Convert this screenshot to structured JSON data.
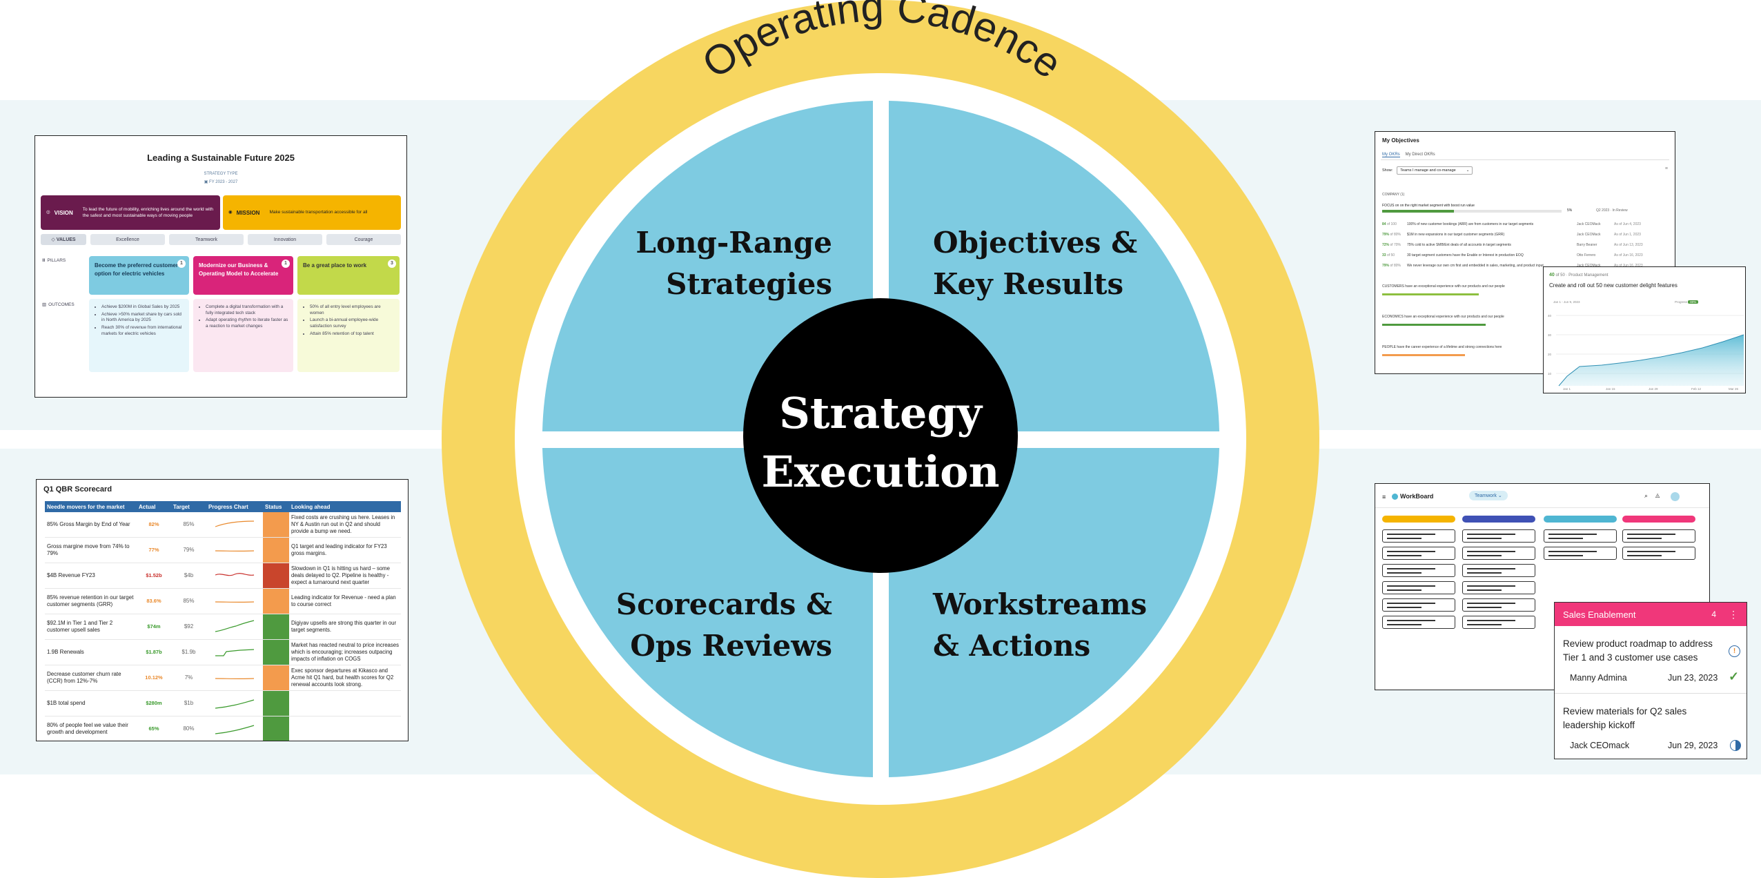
{
  "cadence_title": "Operating Cadence",
  "center_title": [
    "Strategy",
    "Execution"
  ],
  "quadrants": {
    "top_left": [
      "Long-Range",
      "Strategies"
    ],
    "top_right": [
      "Objectives &",
      "Key Results"
    ],
    "bottom_left": [
      "Scorecards &",
      "Ops Reviews"
    ],
    "bottom_right": [
      "Workstreams",
      "& Actions"
    ]
  },
  "colors": {
    "ring": "#f7d660",
    "quadrant": "#7ecbe1",
    "center": "#000000",
    "band": "#eef6f8",
    "maroon": "#6a1b4d",
    "amber": "#f5b400",
    "pink": "#d9247a",
    "lime": "#c2d94a",
    "scorecard_header": "#2f6aa6",
    "sales_header": "#f0377a"
  },
  "strategy_panel": {
    "title": "Leading a Sustainable Future 2025",
    "strategy_type_label": "STRATEGY TYPE",
    "period": "FY 2023 - 2027",
    "vision_label": "VISION",
    "vision_text": "To lead the future of mobility, enriching lives around the world with the safest and most sustainable ways of moving people",
    "mission_label": "MISSION",
    "mission_text": "Make sustainable transportation accessible for all",
    "values_label": "VALUES",
    "values": [
      "Excellence",
      "Teamwork",
      "Innovation",
      "Courage"
    ],
    "pillars_label": "PILLARS",
    "outcomes_label": "OUTCOMES",
    "pillars": [
      {
        "num": "1",
        "title": "Become the preferred customer option for electric vehicles",
        "outcomes": [
          "Achieve $200M in Global Sales by 2025",
          "Achieve >50% market share by cars sold in North America by 2025",
          "Reach 30% of revenue from international markets for electric vehicles"
        ]
      },
      {
        "num": "1",
        "title": "Modernize our Business & Operating Model to Accelerate",
        "outcomes": [
          "Complete a digital transformation with a fully integrated tech stack",
          "Adapt operating rhythm to iterate faster as a reaction to market changes"
        ]
      },
      {
        "num": "3",
        "title": "Be a great place to work",
        "outcomes": [
          "50% of all entry level employees are women",
          "Launch a bi-annual employee-wide satisfaction survey",
          "Attain 85% retention of top talent"
        ]
      }
    ]
  },
  "okr_panel": {
    "title": "My Objectives",
    "tabs": [
      "My OKRs",
      "My Direct OKRs"
    ],
    "show_label": "Show:",
    "filter_value": "Teams I manage and co-manage",
    "company_label": "COMPANY (1)",
    "focus_row": "FOCUS on on the right market segment with boost run value",
    "focus_pct": "5%",
    "focus_meta": "Q2 2023 · In Review",
    "rows": [
      {
        "pct": "84",
        "unit": "of 100",
        "text": "100% of new customer bookings (ARR) are from customers in our target segments",
        "owner": "Jack CEOMack",
        "date": "As of Jun 4, 2023"
      },
      {
        "pct": "79%",
        "unit": "of 80%",
        "text": "$1M in new expansions in our target customer segments (GRR)",
        "owner": "Jack CEOMack",
        "date": "As of Jun 1, 2023"
      },
      {
        "pct": "72%",
        "unit": "of 70%",
        "text": "75% cold to active SMB/Ent deals of all accounts in target segments",
        "owner": "Barry Beaner",
        "date": "As of Jun 13, 2023"
      },
      {
        "pct": "33",
        "unit": "of 50",
        "text": "30 target segment customers have the Enable or Interest in production EOQ",
        "owner": "Otto Ferrero",
        "date": "As of Jun 16, 2023"
      },
      {
        "pct": "79%",
        "unit": "of 80%",
        "text": "We never leverage our own cm first and embedded in sales, marketing, and product input",
        "owner": "Jack CEOMack",
        "date": "As of Jun 16, 2023"
      }
    ],
    "section_rows": [
      "CUSTOMERS have an exceptional experience with our products and our people",
      "ECONOMICS have an exceptional experience with our products and our people",
      "PEOPLE have the career experience of a lifetime and strong connections here"
    ],
    "popup": {
      "score": "40",
      "score_unit": "of 50",
      "owner": "Product Management",
      "title": "Create and roll out 50 new customer delight features",
      "range_label": "Jan 1 - Jun 9, 2023",
      "progress_label": "Progress",
      "progress_badge": "80%",
      "y_ticks": [
        "40",
        "30",
        "20",
        "10"
      ],
      "x_ticks": [
        "Jan 1",
        "Jan 15",
        "Jan 29",
        "Feb 12",
        "Mar 26"
      ]
    }
  },
  "scorecard": {
    "title": "Q1 QBR Scorecard",
    "columns": [
      "Needle movers for the market",
      "Actual",
      "Target",
      "Progress Chart",
      "Status",
      "Looking ahead"
    ],
    "rows": [
      {
        "metric": "85% Gross Margin by End of Year",
        "actual": "82%",
        "target": "85%",
        "status": "#f39b4d",
        "color": "#e9892c",
        "trend": "up",
        "note": "Fixed costs are crushing us here. Leases in NY & Austin run out in Q2 and should provide a bump we need."
      },
      {
        "metric": "Gross margine move from 74% to 79%",
        "actual": "77%",
        "target": "79%",
        "status": "#f39b4d",
        "color": "#e9892c",
        "trend": "flat",
        "note": "Q1 target and leading indicator for FY23 gross margins."
      },
      {
        "metric": "$4B Revenue FY23",
        "actual": "$1.52b",
        "target": "$4b",
        "status": "#c9452c",
        "color": "#c9302c",
        "trend": "wave",
        "note": "Slowdown in Q1 is hitting us hard – some deals delayed to Q2. Pipeline is healthy - expect a turnaround next quarter"
      },
      {
        "metric": "85% revenue retention in our target customer segments (GRR)",
        "actual": "83.6%",
        "target": "85%",
        "status": "#f39b4d",
        "color": "#e9892c",
        "trend": "flat",
        "note": "Leading indicator for Revenue - need a plan to course correct"
      },
      {
        "metric": "$92.1M in Tier 1 and Tier 2 customer upsell sales",
        "actual": "$74m",
        "target": "$92",
        "status": "#4f9a3f",
        "color": "#3a9a2c",
        "trend": "up2",
        "note": "Digiyav upsells are strong this quarter in our target segments."
      },
      {
        "metric": "1.9B Renewals",
        "actual": "$1.87b",
        "target": "$1.9b",
        "status": "#4f9a3f",
        "color": "#3a9a2c",
        "trend": "step",
        "note": "Market has reacted neutral to price increases which is encouraging; increases outpacing impacts of inflation on COGS"
      },
      {
        "metric": "Decrease customer churn rate (CCR) from 12%-7%",
        "actual": "10.12%",
        "target": "7%",
        "status": "#f39b4d",
        "color": "#e9892c",
        "trend": "flat",
        "note": "Exec sponsor departures at Kikasco and Acme hit Q1 hard, but health scores for Q2 renewal accounts look strong."
      },
      {
        "metric": "$1B total spend",
        "actual": "$280m",
        "target": "$1b",
        "status": "#4f9a3f",
        "color": "#3a9a2c",
        "trend": "rise",
        "note": ""
      },
      {
        "metric": "80% of people feel we value their growth and development",
        "actual": "65%",
        "target": "80%",
        "status": "#4f9a3f",
        "color": "#3a9a2c",
        "trend": "rise",
        "note": ""
      }
    ]
  },
  "workboard": {
    "app_name": "WorkBoard",
    "team_chip": "Teamwork",
    "column_colors": [
      "#f5b400",
      "#3f51b5",
      "#4fb6d2",
      "#f0377a"
    ],
    "sales_card": {
      "title": "Sales Enablement",
      "count": "4",
      "items": [
        {
          "text": "Review product roadmap to address Tier 1 and 3 customer use cases",
          "owner": "Manny Admina",
          "date": "Jun 23, 2023",
          "status_icon": "check-icon"
        },
        {
          "text": "Review materials for Q2 sales leadership kickoff",
          "owner": "Jack CEOmack",
          "date": "Jun 29, 2023",
          "status_icon": "half-circle-icon"
        }
      ]
    }
  }
}
